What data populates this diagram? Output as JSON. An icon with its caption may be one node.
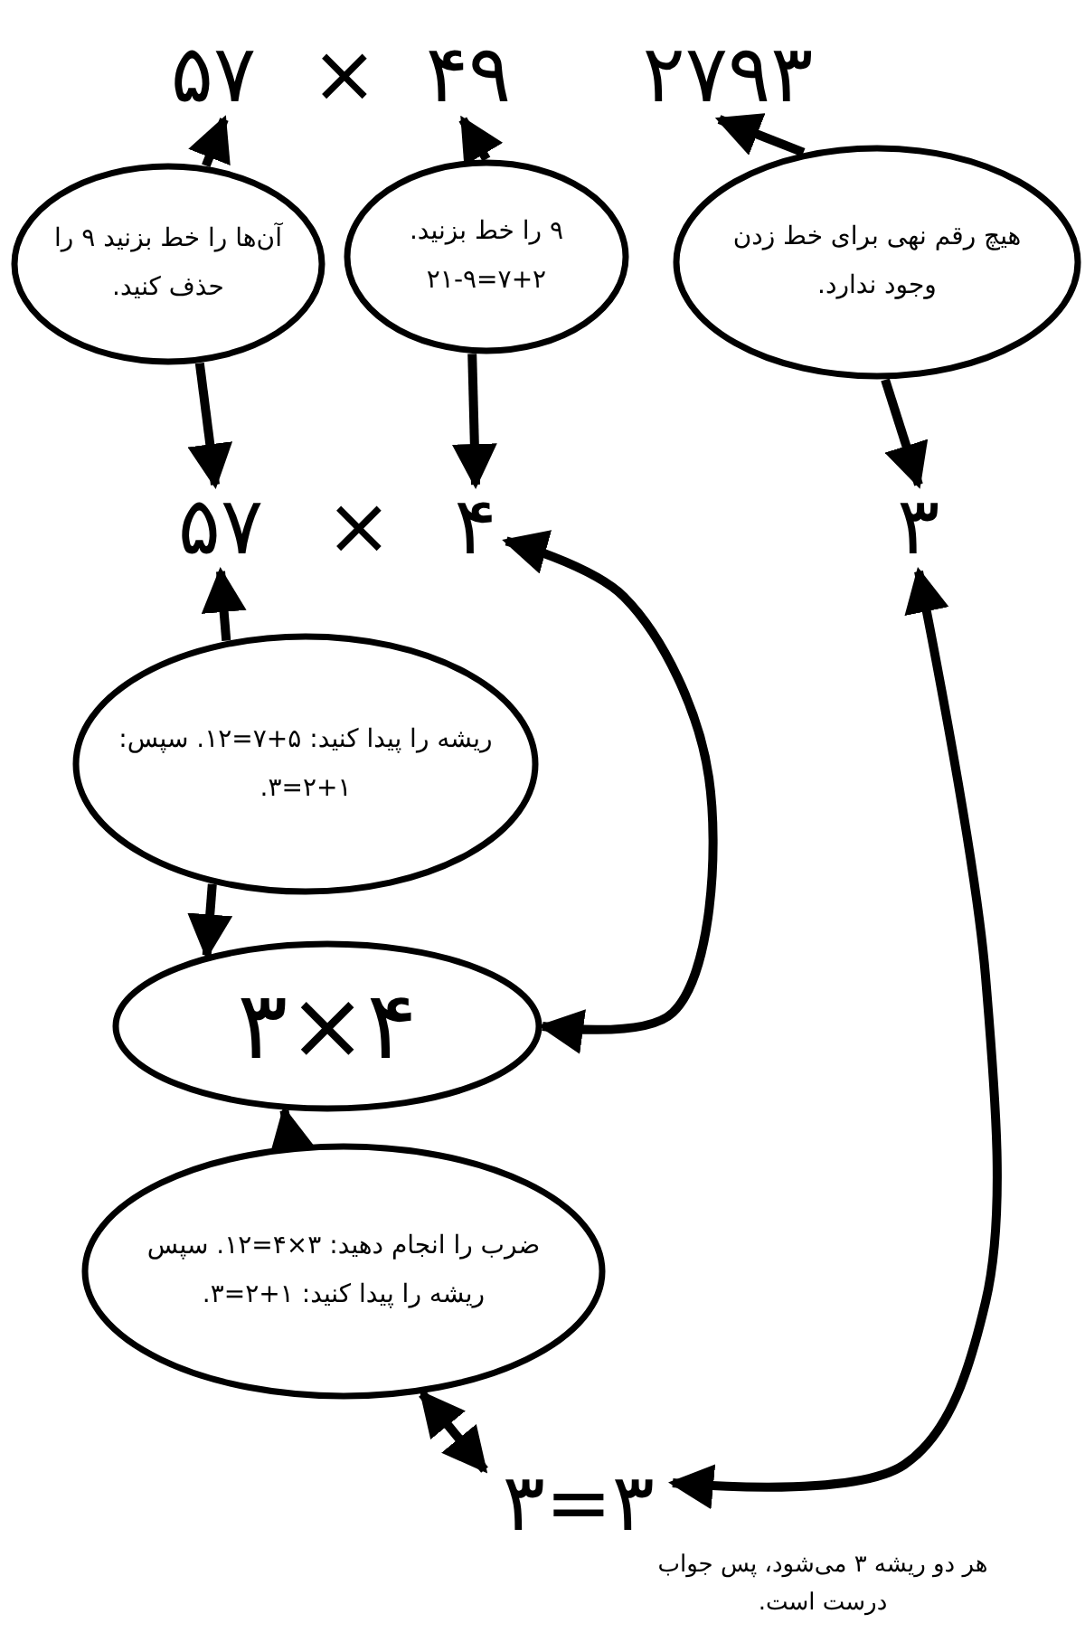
{
  "diagram": {
    "nodes": [
      {
        "text": [
          "۵۷"
        ]
      },
      {
        "text": [
          "۴۹"
        ]
      },
      {
        "text": [
          "۲۷۹۳"
        ]
      },
      {
        "text": [
          "آن‌ها را خط بزنید ۹ را حذف کنید."
        ]
      },
      {
        "text": [
          "۹ را خط بزنید. ۲+۷=۹-۲۱"
        ]
      },
      {
        "text": [
          "هیچ رقم نهی برای خط زدن وجود ندارد."
        ]
      },
      {
        "text": [
          "۵۷"
        ]
      },
      {
        "text": [
          "۴"
        ]
      },
      {
        "text": [
          "۳"
        ]
      },
      {
        "text": [
          "ریشه را پیدا کنید: ۵+۷=۱۲. سپس: ۱+۲=۳."
        ]
      },
      {
        "text": [
          "۳×۴"
        ]
      },
      {
        "text": [
          "ضرب را انجام دهید: ۳×۴=۱۲. سپس ریشه را پیدا کنید: ۱+۲=۳."
        ]
      },
      {
        "text": [
          "۳=۳"
        ],
        "beside": [
          "هر دو ریشه ۳ می‌شود، پس جواب درست است."
        ]
      }
    ],
    "edges": [
      {
        "from": 3,
        "to": 0,
        "arrow": "to"
      },
      {
        "from": 4,
        "to": 1,
        "arrow": "to"
      },
      {
        "from": 5,
        "to": 2,
        "arrow": "to"
      },
      {
        "from": 3,
        "to": 6,
        "arrow": "to"
      },
      {
        "from": 4,
        "to": 7,
        "arrow": "to"
      },
      {
        "from": 5,
        "to": 8,
        "arrow": "to"
      },
      {
        "from": 9,
        "to": 6,
        "arrow": "to"
      },
      {
        "from": 9,
        "to": 10,
        "arrow": "to"
      },
      {
        "from": 10,
        "to": 7,
        "arrow": "both"
      },
      {
        "from": 11,
        "to": 10,
        "arrow": "to"
      },
      {
        "from": 11,
        "to": 12,
        "arrow": "both"
      },
      {
        "from": 8,
        "to": 12,
        "arrow": "both"
      }
    ],
    "labels": [
      "×",
      "×"
    ]
  }
}
